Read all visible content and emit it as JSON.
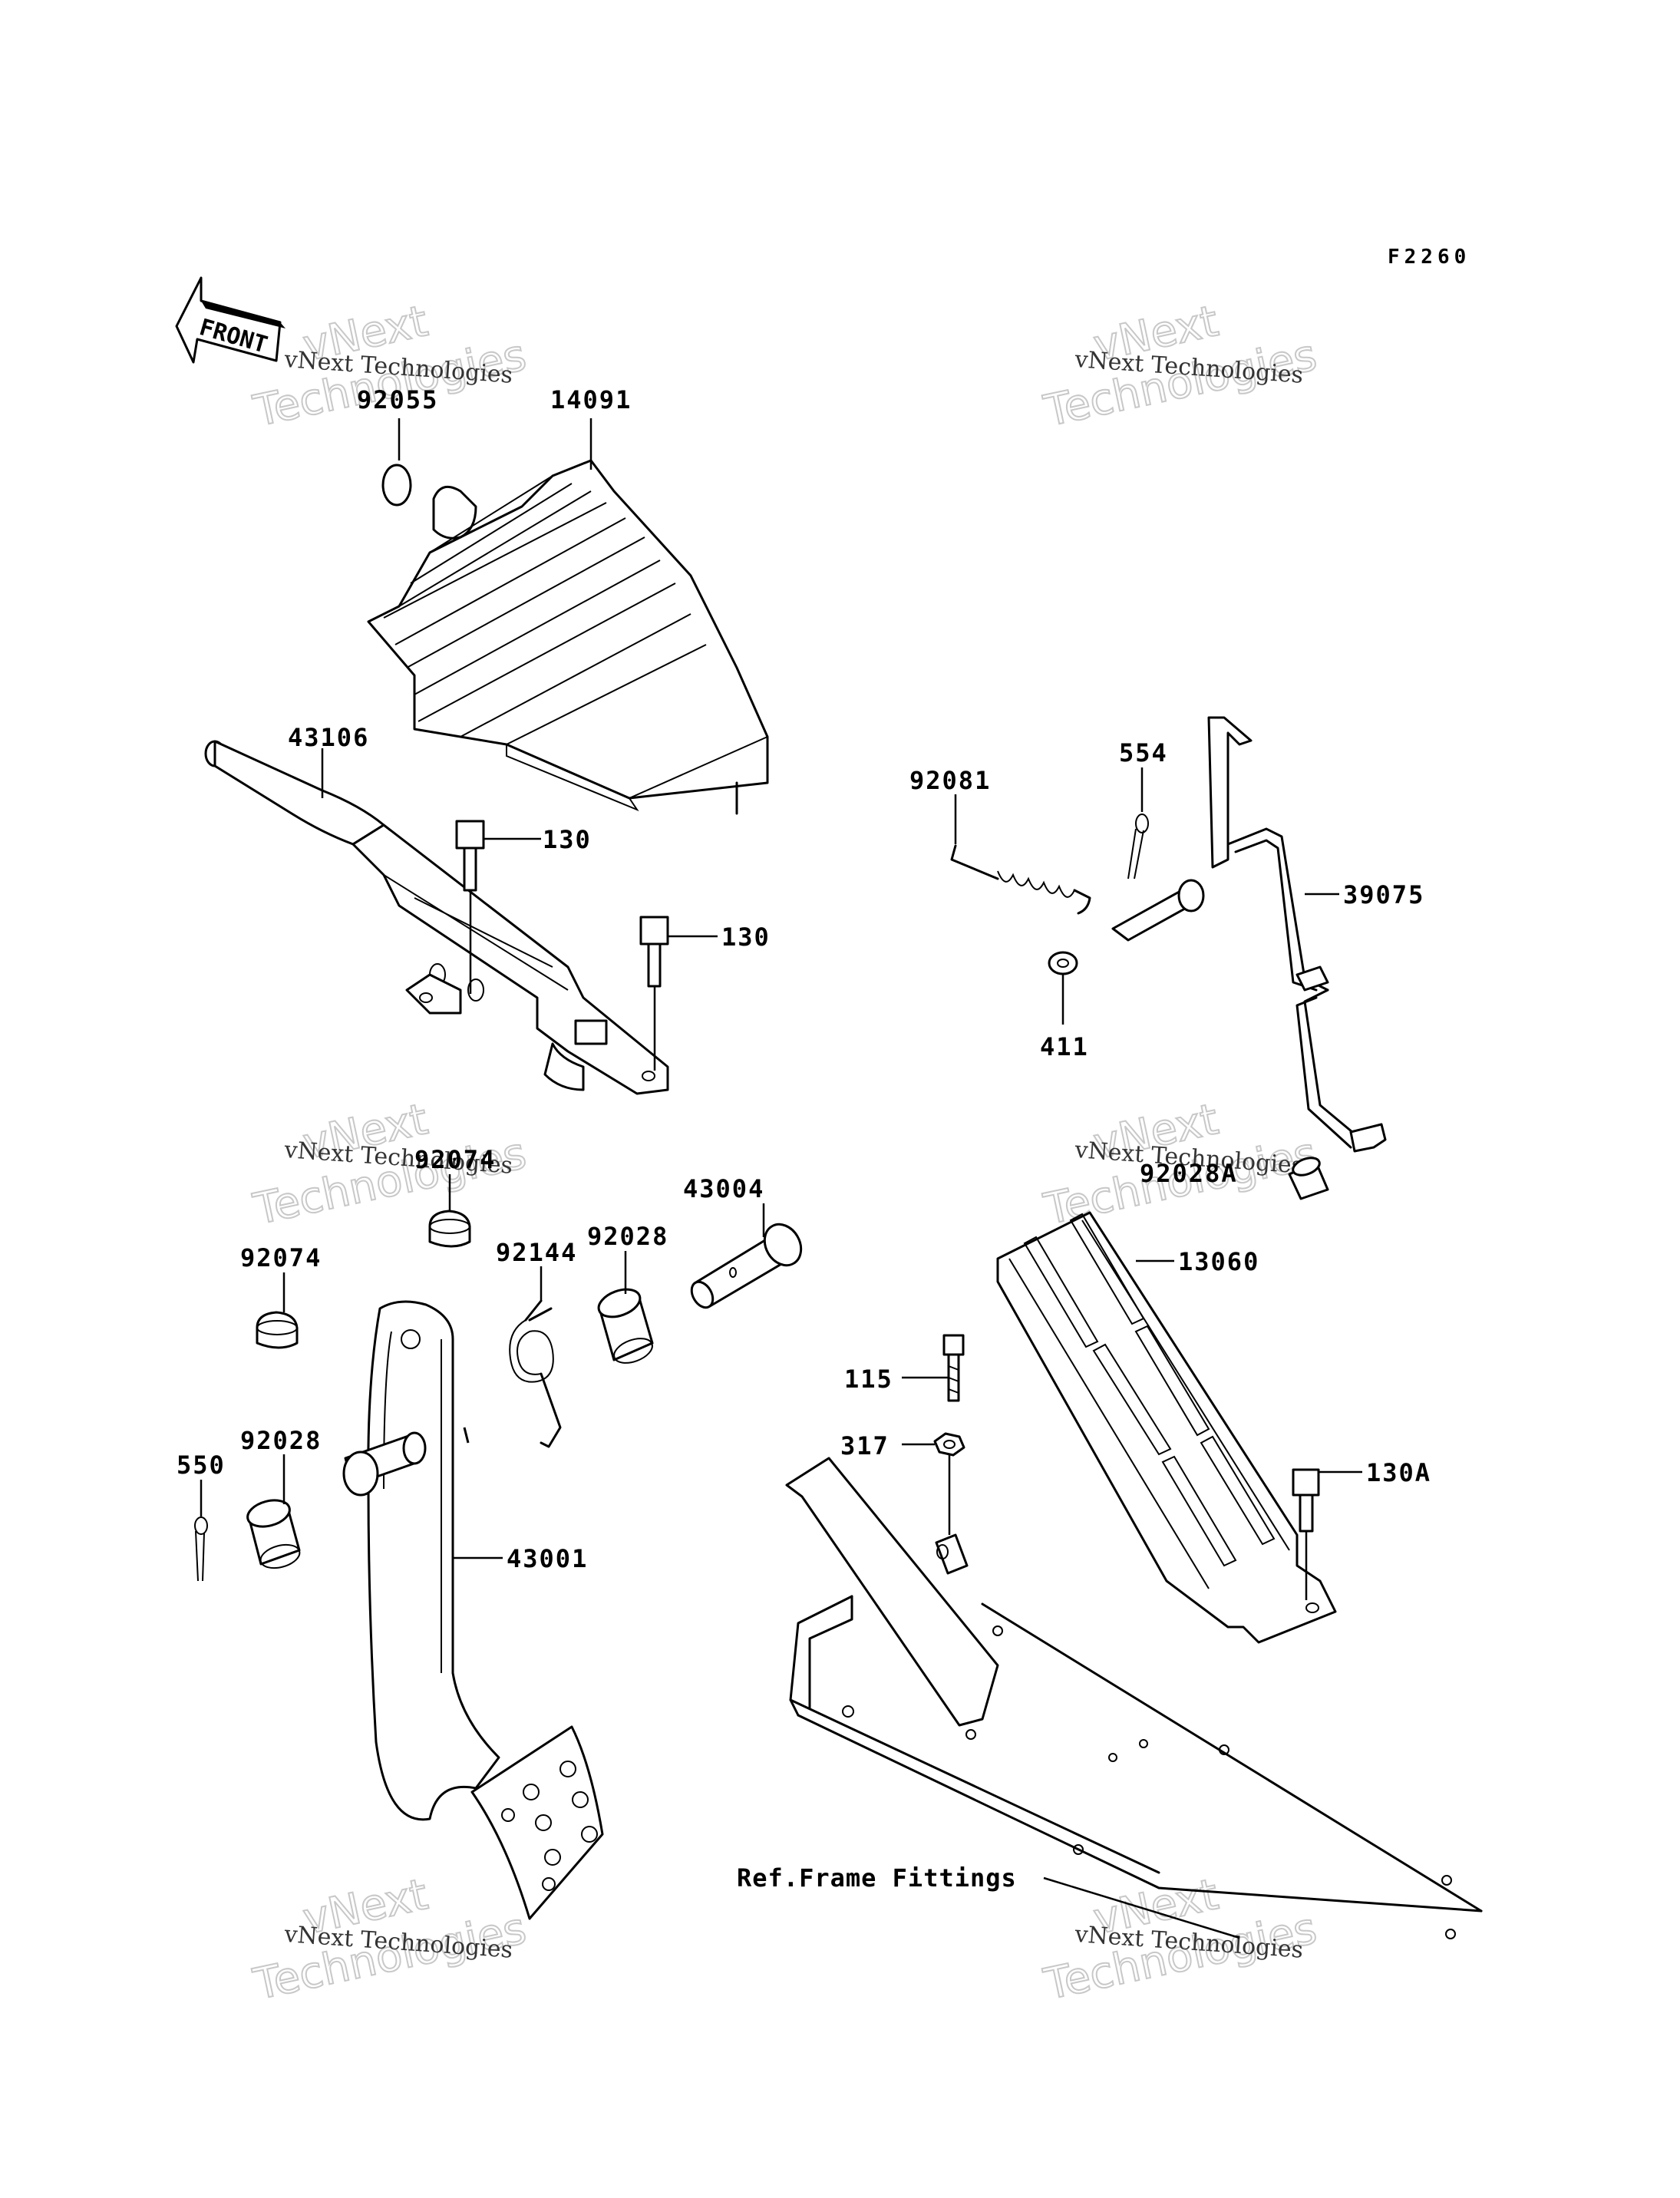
{
  "figure_code": "F2260",
  "front_label": "FRONT",
  "watermark": {
    "small": "vNext Technologies",
    "big_line1": "vNext",
    "big_line2": "Technologies"
  },
  "parts": {
    "p92055": "92055",
    "p14091": "14091",
    "p43106": "43106",
    "p130a": "130",
    "p130b": "130",
    "p92081": "92081",
    "p554": "554",
    "p39075": "39075",
    "p411": "411",
    "p92074a": "92074",
    "p92074b": "92074",
    "p92144": "92144",
    "p92028a": "92028",
    "p43004": "43004",
    "p92028b": "92028",
    "p550": "550",
    "p43001": "43001",
    "p92028A": "92028A",
    "p13060": "13060",
    "p115": "115",
    "p317": "317",
    "p130A": "130A",
    "ref_frame": "Ref.Frame Fittings"
  }
}
